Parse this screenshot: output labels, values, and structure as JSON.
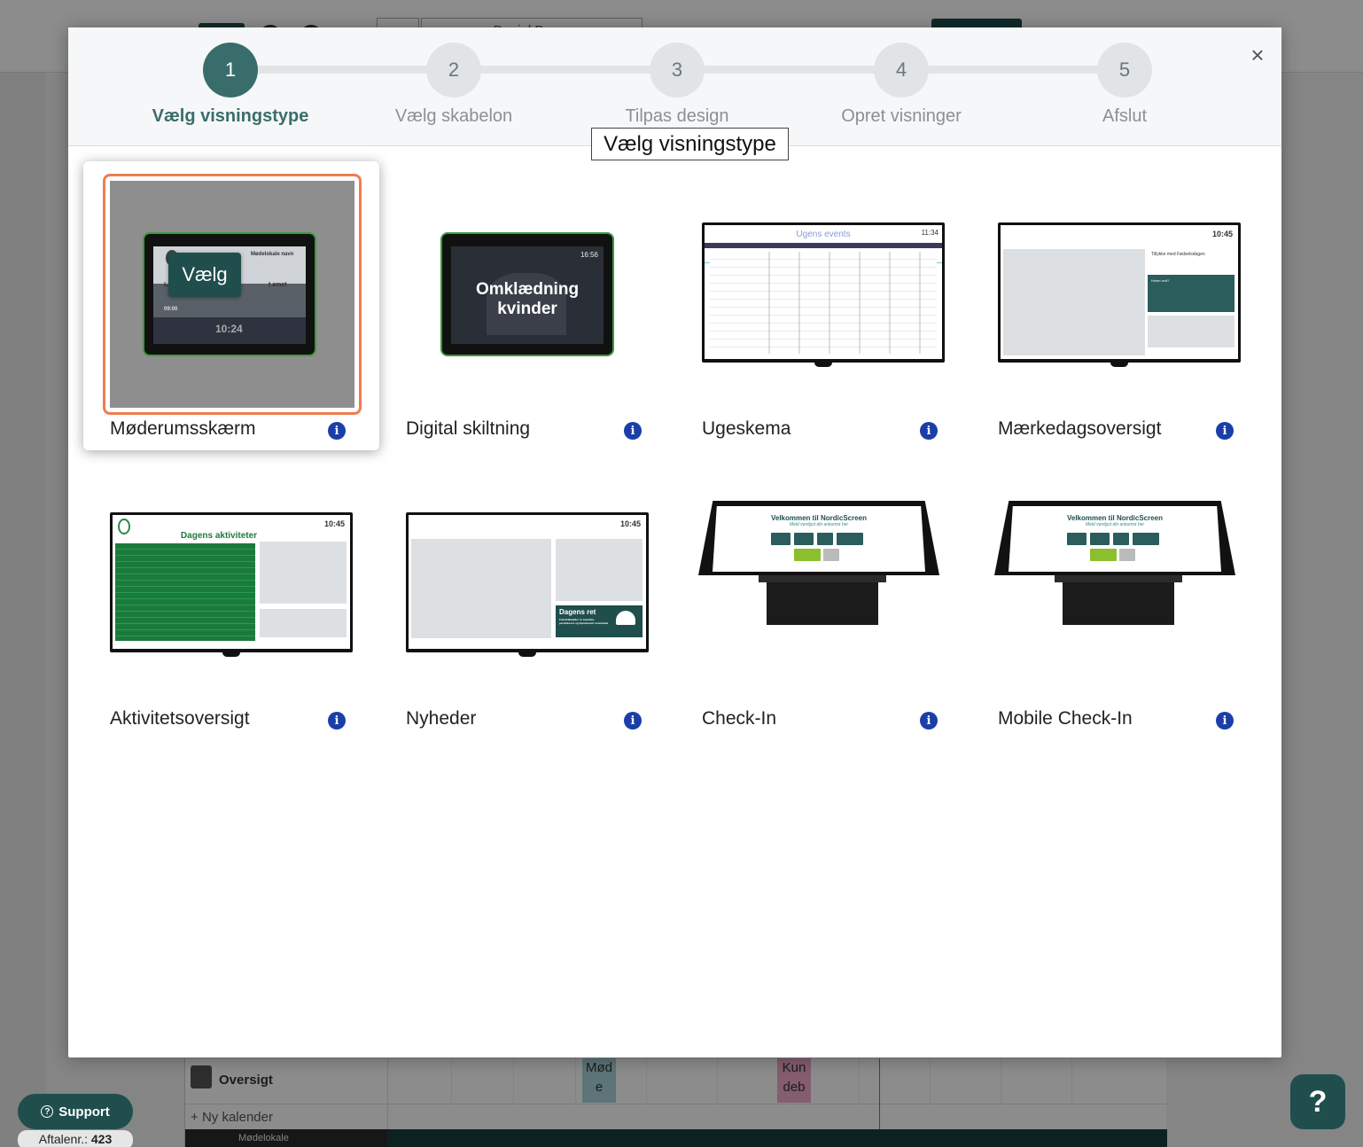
{
  "background": {
    "topbar_field_text": "Daniel Demo",
    "calendar_label": "Oversigt",
    "add_calendar": "Ny kalender",
    "room_label": "Mødelokale",
    "event_1": "Mød e",
    "event_2": "Kun deb"
  },
  "support": {
    "label": "Support",
    "order_label": "Aftalenr.:",
    "order_number": "423",
    "help_glyph": "?"
  },
  "modal": {
    "close_glyph": "×",
    "tooltip": "Vælg visningstype",
    "steps": [
      {
        "number": "1",
        "label": "Vælg visningstype",
        "active": true
      },
      {
        "number": "2",
        "label": "Vælg skabelon",
        "active": false
      },
      {
        "number": "3",
        "label": "Tilpas design",
        "active": false
      },
      {
        "number": "4",
        "label": "Opret visninger",
        "active": false
      },
      {
        "number": "5",
        "label": "Afslut",
        "active": false
      }
    ],
    "cards": [
      {
        "title": "Møderumsskærm",
        "select_label": "Vælg",
        "selected": true
      },
      {
        "title": "Digital skiltning"
      },
      {
        "title": "Ugeskema"
      },
      {
        "title": "Mærkedagsoversigt"
      },
      {
        "title": "Aktivitetsoversigt"
      },
      {
        "title": "Nyheder"
      },
      {
        "title": "Check-In"
      },
      {
        "title": "Mobile Check-In"
      }
    ],
    "info_glyph": "i"
  },
  "thumbnails": {
    "meeting_room": {
      "room": "Mødelokale navn",
      "time": "10:24",
      "text_left": "Lør al",
      "text_right": "t amet",
      "small_time": "09:00"
    },
    "signage": {
      "time": "16:56",
      "line1": "Omklædning",
      "line2": "kvinder"
    },
    "week": {
      "title": "Ugens events",
      "time": "11:34"
    },
    "birthdays": {
      "time": "10:45",
      "heading": "Tillykke med Fødselsdagen",
      "subheading": "Hvem ved?"
    },
    "activities": {
      "time": "10:45",
      "title": "Dagens aktiviteter"
    },
    "news": {
      "time": "10:45",
      "heading": "Dagens ret",
      "text": "Fiskefrikadeller m. kartofler, persillesovs og hjemmerørt remoulade"
    },
    "checkin": {
      "title": "Velkommen til NordicScreen",
      "subtitle": "Meld venligst din ankomst her"
    },
    "mobile_checkin": {
      "title": "Velkommen til NordicScreen",
      "subtitle": "Meld venligst din ankomst her"
    }
  },
  "colors": {
    "brand": "#1f4e4d",
    "active_step": "#396d6c",
    "selected_border": "#ef7d50",
    "info": "#1b3ea8"
  }
}
